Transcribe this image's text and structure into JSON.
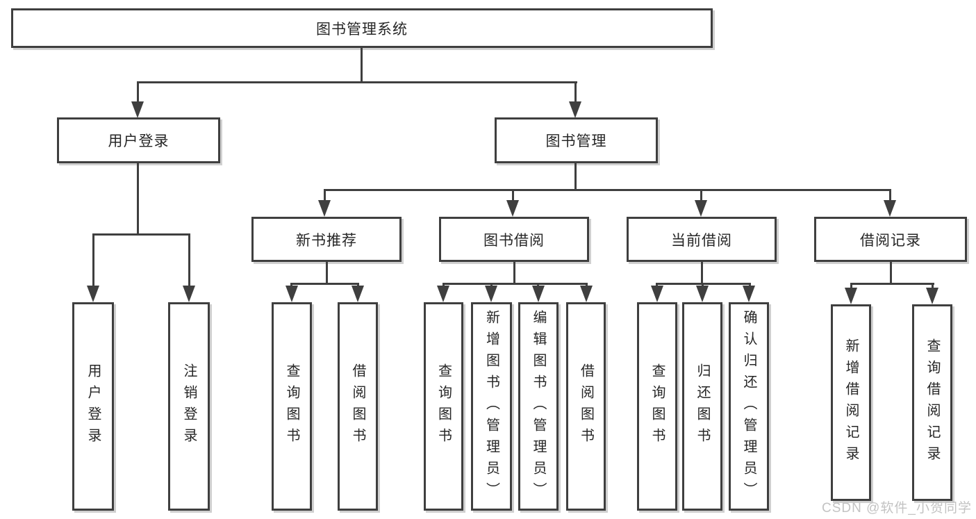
{
  "colors": {
    "line": "#3f3f3f",
    "box_border": "#3f3f3f",
    "box_background": "#ffffff",
    "text": "#262626",
    "watermark_text": "#c3c3c3"
  },
  "watermark": "CSDN @软件_小贺同学",
  "tree": {
    "root": {
      "label": "图书管理系统",
      "children": [
        {
          "label": "用户登录",
          "children": [
            {
              "label": "用户登录"
            },
            {
              "label": "注销登录"
            }
          ]
        },
        {
          "label": "图书管理",
          "children": [
            {
              "label": "新书推荐",
              "children": [
                {
                  "label": "查询图书"
                },
                {
                  "label": "借阅图书"
                }
              ]
            },
            {
              "label": "图书借阅",
              "children": [
                {
                  "label": "查询图书"
                },
                {
                  "label": "新增图书（管理员）"
                },
                {
                  "label": "编辑图书（管理员）"
                },
                {
                  "label": "借阅图书"
                }
              ]
            },
            {
              "label": "当前借阅",
              "children": [
                {
                  "label": "查询图书"
                },
                {
                  "label": "归还图书"
                },
                {
                  "label": "确认归还（管理员）"
                }
              ]
            },
            {
              "label": "借阅记录",
              "children": [
                {
                  "label": "新增借阅记录"
                },
                {
                  "label": "查询借阅记录"
                }
              ]
            }
          ]
        }
      ]
    }
  }
}
